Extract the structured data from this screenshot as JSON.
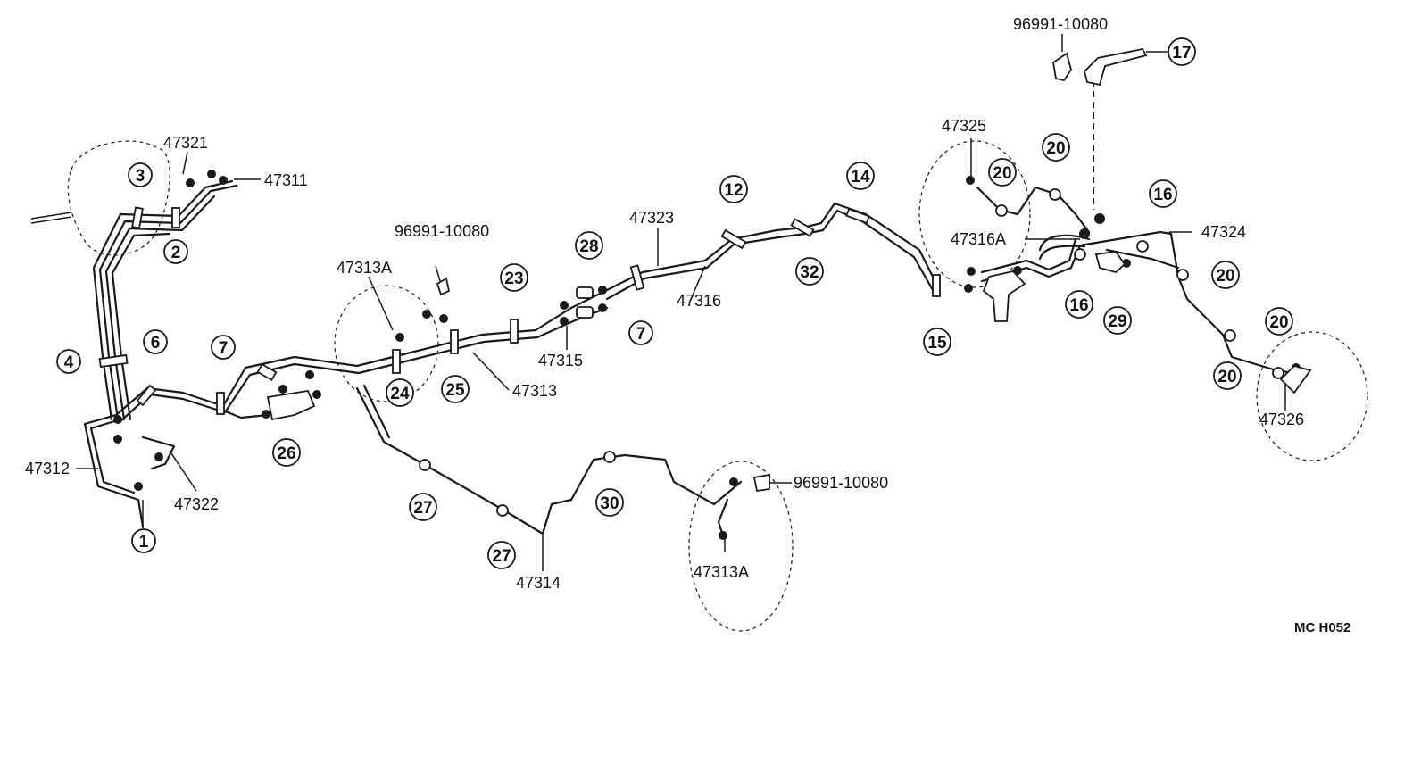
{
  "callouts": [
    {
      "id": "c3",
      "label": "3"
    },
    {
      "id": "c2",
      "label": "2"
    },
    {
      "id": "c4",
      "label": "4"
    },
    {
      "id": "c6",
      "label": "6"
    },
    {
      "id": "c7a",
      "label": "7"
    },
    {
      "id": "c1",
      "label": "1"
    },
    {
      "id": "c26",
      "label": "26"
    },
    {
      "id": "c24",
      "label": "24"
    },
    {
      "id": "c25",
      "label": "25"
    },
    {
      "id": "c23",
      "label": "23"
    },
    {
      "id": "c28",
      "label": "28"
    },
    {
      "id": "c7b",
      "label": "7"
    },
    {
      "id": "c12",
      "label": "12"
    },
    {
      "id": "c32",
      "label": "32"
    },
    {
      "id": "c14",
      "label": "14"
    },
    {
      "id": "c15",
      "label": "15"
    },
    {
      "id": "c27a",
      "label": "27"
    },
    {
      "id": "c27b",
      "label": "27"
    },
    {
      "id": "c30",
      "label": "30"
    },
    {
      "id": "c17",
      "label": "17"
    },
    {
      "id": "c20a",
      "label": "20"
    },
    {
      "id": "c20b",
      "label": "20"
    },
    {
      "id": "c16a",
      "label": "16"
    },
    {
      "id": "c16b",
      "label": "16"
    },
    {
      "id": "c29",
      "label": "29"
    },
    {
      "id": "c20c",
      "label": "20"
    },
    {
      "id": "c20d",
      "label": "20"
    },
    {
      "id": "c20e",
      "label": "20"
    }
  ],
  "part_numbers": {
    "p47321": "47321",
    "p47311": "47311",
    "p47312": "47312",
    "p47322": "47322",
    "p96991a": "96991-10080",
    "p47313Aa": "47313A",
    "p47313": "47313",
    "p47315": "47315",
    "p47323": "47323",
    "p47316": "47316",
    "p47314": "47314",
    "p96991b": "96991-10080",
    "p47313Ab": "47313A",
    "p96991c": "96991-10080",
    "p47325": "47325",
    "p47316A": "47316A",
    "p47324": "47324",
    "p47326": "47326"
  },
  "diagram_code": "MC  H052"
}
